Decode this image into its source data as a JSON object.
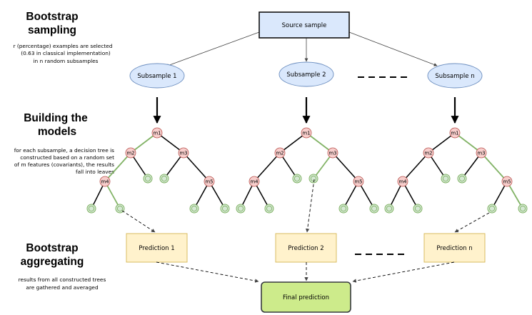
{
  "sections": [
    {
      "title_lines": [
        "Bootstrap",
        "sampling"
      ],
      "desc_lines": [
        "r (percentage) examples are selected",
        "(0.63 in classical implementation)",
        "in n random subsamples"
      ]
    },
    {
      "title_lines": [
        "Building the",
        "models"
      ],
      "desc_lines": [
        "for each subsample, a decision tree is",
        "constructed based on a random set",
        "of m features (covariants), the results",
        "fall into leaves"
      ]
    },
    {
      "title_lines": [
        "Bootstrap",
        "aggregating"
      ],
      "desc_lines": [
        "results from all constructed trees",
        "are gathered and averaged"
      ]
    }
  ],
  "source_sample": "Source sample",
  "subsamples": [
    "Subsample 1",
    "Subsample 2",
    "Subsample n"
  ],
  "predictions": [
    "Prediction 1",
    "Prediction 2",
    "Prediction n"
  ],
  "final_prediction": "Final prediction",
  "tree_node_labels": [
    "m1",
    "m2",
    "m3",
    "m4",
    "m5"
  ],
  "colors": {
    "source_fill": "#dae8fc",
    "source_stroke": "#111111",
    "subsample_fill": "#dae8fc",
    "subsample_stroke": "#6c8ebf",
    "split_fill": "#f8cecc",
    "split_stroke": "#b85450",
    "leaf_fill": "#d5e8d4",
    "leaf_stroke": "#82b366",
    "prediction_fill": "#fff2cc",
    "prediction_stroke": "#d6b656",
    "final_fill": "#cdeb8b",
    "final_stroke": "#36393d",
    "edge_dark": "#000000",
    "edge_green": "#82b366"
  }
}
